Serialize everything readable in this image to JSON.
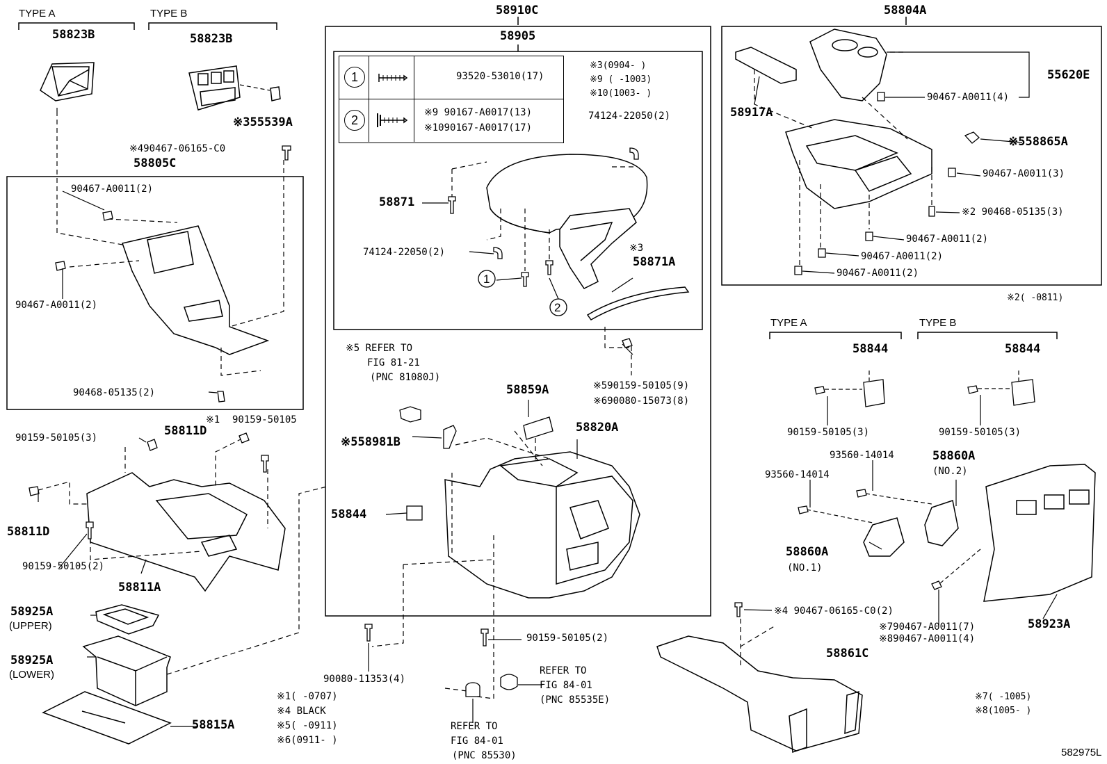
{
  "diagram_id": "582975L",
  "sections": {
    "type_a_left": "TYPE A",
    "type_b_left": "TYPE B",
    "type_a_right": "TYPE A",
    "type_b_right": "TYPE B"
  },
  "labels": {
    "p58823b_a": "58823B",
    "p58823b_b": "58823B",
    "p55539a": "※355539A",
    "p90467_06165_top": "※490467-06165-C0",
    "p58805c": "58805C",
    "p90467_a0011_2a": "90467-A0011(2)",
    "p90467_a0011_2b": "90467-A0011(2)",
    "p90468_05135_2": "90468-05135(2)",
    "p58910c": "58910C",
    "p58905": "58905",
    "leg1_part": "93520-53010(17)",
    "leg2_part_a": "※9  90167-A0017(13)",
    "leg2_part_b": "※1090167-A0017(17)",
    "note3": "※3(0904-   )",
    "note9": "※9 (   -1003)",
    "note10": "※10(1003-   )",
    "p74124_top": "74124-22050(2)",
    "p58871": "58871",
    "p74124_left": "74124-22050(2)",
    "p58871a_mark": "※3",
    "p58871a": "58871A",
    "circle1": "1",
    "circle2": "2",
    "ref_81_21_a": "※5 REFER TO",
    "ref_81_21_b": "FIG 81-21",
    "ref_81_21_c": "(PNC 81080J)",
    "p58859a": "58859A",
    "p90159_50105_9": "※590159-50105(9)",
    "p90080_15073_8": "※690080-15073(8)",
    "p58981b": "※558981B",
    "p58820a": "58820A",
    "p58844_mid": "58844",
    "p90159_50105_3a": "90159-50105(3)",
    "p58811d_top": "58811D",
    "note1_mark": "※1",
    "p90159_50105_top": "90159-50105",
    "p58811d_left": "58811D",
    "p90159_50105_2a": "90159-50105(2)",
    "p58811a": "58811A",
    "p58925a_u": "58925A",
    "p58925a_u2": "(UPPER)",
    "p58925a_l": "58925A",
    "p58925a_l2": "(LOWER)",
    "p58815a": "58815A",
    "p90080_11353": "90080-11353(4)",
    "p90159_50105_2b": "90159-50105(2)",
    "ref_84_01_e_a": "REFER TO",
    "ref_84_01_e_b": "FIG 84-01",
    "ref_84_01_e_c": "(PNC 85535E)",
    "ref_84_01_a": "REFER TO",
    "ref_84_01_b": "FIG 84-01",
    "ref_84_01_c": "(PNC 85530)",
    "note1": "※1(   -0707)",
    "note4": "※4 BLACK",
    "note5": "※5(   -0911)",
    "note6": "※6(0911-   )",
    "p58804a": "58804A",
    "p58917a": "58917A",
    "p55620e": "55620E",
    "p90467_a0011_4": "90467-A0011(4)",
    "p58865a": "※558865A",
    "p90467_a0011_3": "90467-A0011(3)",
    "p90468_05135_3": "※2 90468-05135(3)",
    "p90467_a0011_2c": "90467-A0011(2)",
    "p90467_a0011_2d": "90467-A0011(2)",
    "p90467_a0011_2e": "90467-A0011(2)",
    "note2": "※2(   -0811)",
    "p58844_a": "58844",
    "p58844_b": "58844",
    "p90159_50105_3b": "90159-50105(3)",
    "p90159_50105_3c": "90159-50105(3)",
    "p93560_14014_a": "93560-14014",
    "p93560_14014_b": "93560-14014",
    "p58860a_2": "58860A",
    "p58860a_2b": "(NO.2)",
    "p58860a_1": "58860A",
    "p58860a_1b": "(NO.1)",
    "p90467_06165_2": "※4 90467-06165-C0(2)",
    "p58861c": "58861C",
    "p90467_a0011_7": "※790467-A0011(7)",
    "p90467_a0011_4b": "※890467-A0011(4)",
    "p58923a": "58923A",
    "note7": "※7(   -1005)",
    "note8": "※8(1005-   )"
  }
}
